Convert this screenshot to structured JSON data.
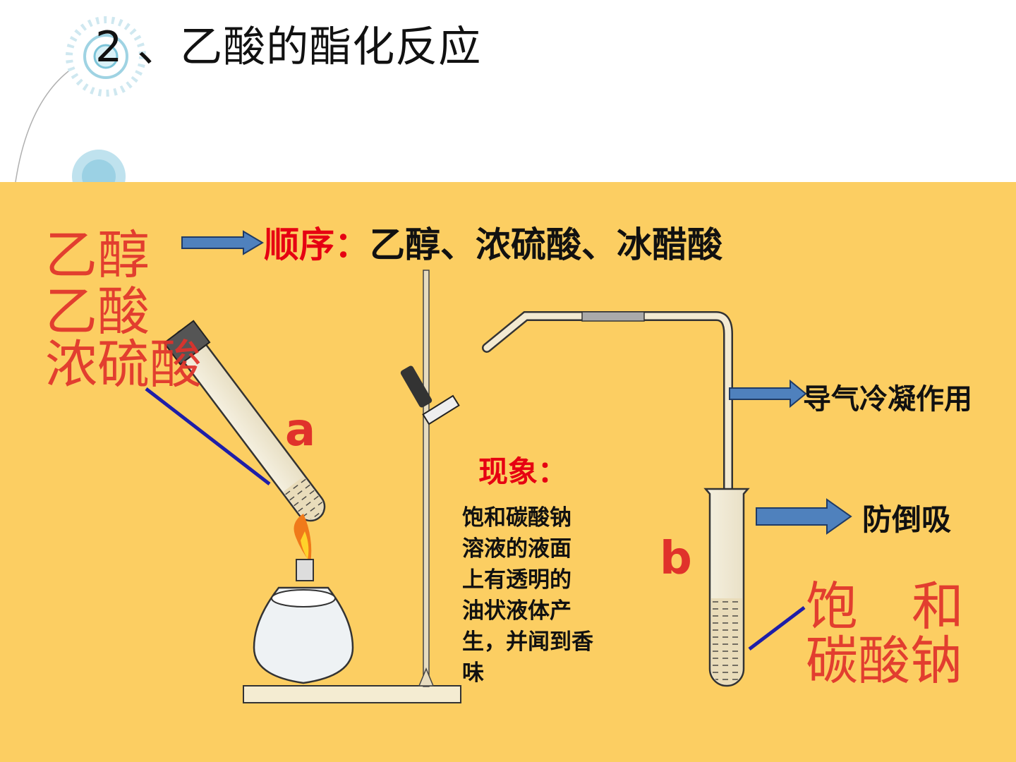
{
  "title": "2 、乙酸的酯化反应",
  "reagents": {
    "line1": "乙醇",
    "line2": "乙酸",
    "line3": "浓硫酸"
  },
  "order": {
    "label": "顺序：",
    "text": "乙醇、浓硫酸、冰醋酸"
  },
  "tube_a_label": "a",
  "tube_b_label": "b",
  "condense": "导气冷凝作用",
  "anti_suck": "防倒吸",
  "phenomenon": {
    "title": "现象：",
    "lines": [
      "饱和碳酸钠",
      "溶液的液面",
      "上有透明的",
      "油状液体产",
      "生，并闻到香",
      "味"
    ]
  },
  "saturated": {
    "line1a": "饱",
    "line1b": "和",
    "line2": "碳酸钠"
  },
  "colors": {
    "panel": "#fcce62",
    "arrow": "#4f81bd",
    "red": "#e60012",
    "pointer": "#1e1ea8"
  }
}
